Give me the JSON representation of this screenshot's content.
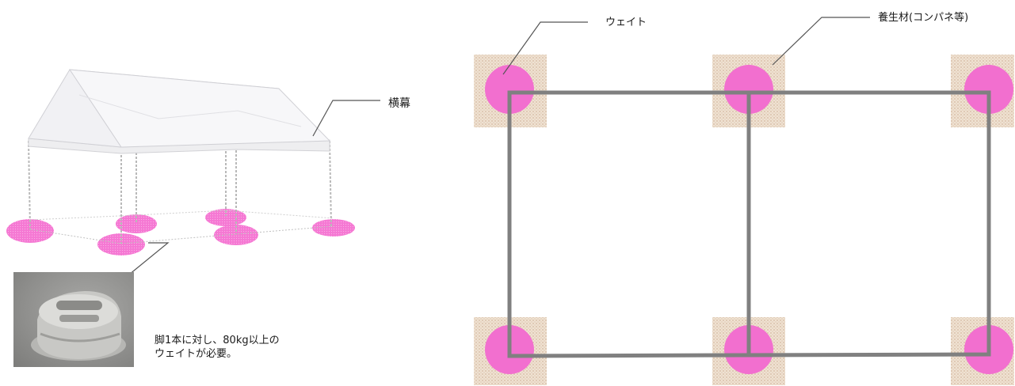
{
  "labels": {
    "side_banner": "横幕",
    "weight": "ウェイト",
    "protection": "養生材(コンパネ等)",
    "note_line1": "脚1本に対し、80kg以上の",
    "note_line2": "ウェイトが必要。"
  },
  "colors": {
    "weight_pink": "#f26fcf",
    "protection_pad": "#e9d9c6",
    "frame_gray": "#808080",
    "leader_line": "#555555",
    "tent_canvas": "#f6f6f8"
  }
}
